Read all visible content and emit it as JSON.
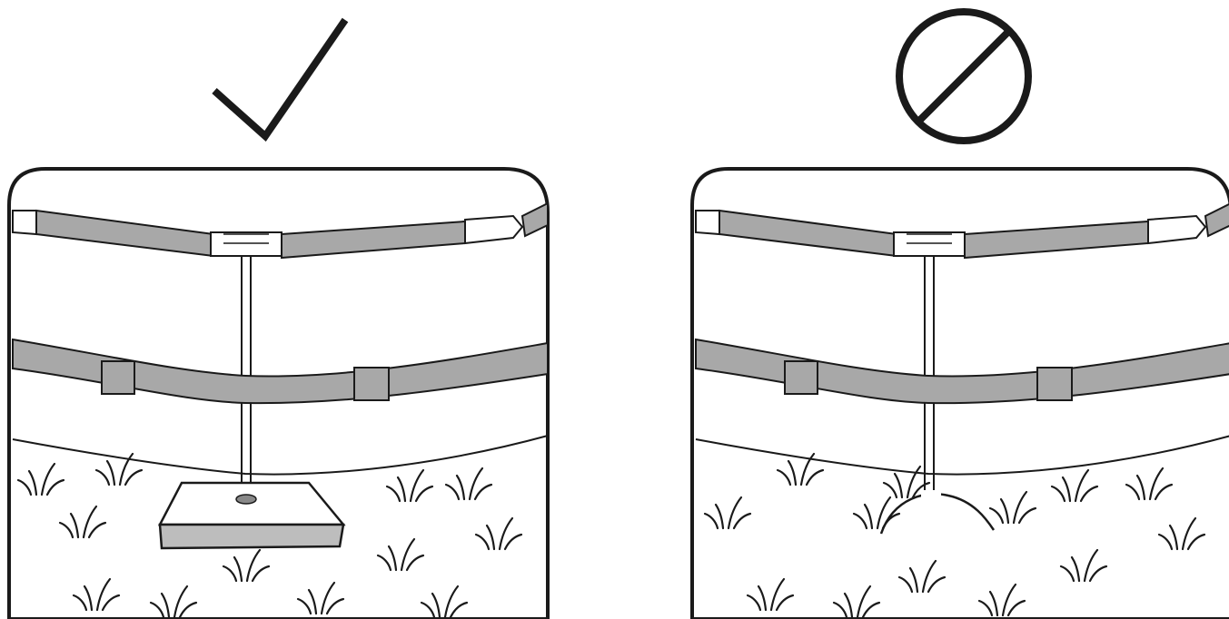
{
  "colors": {
    "stroke": "#1a1a1a",
    "rail_fill": "#a8a8a8",
    "pad_fill": "#bdbdbd",
    "background": "#ffffff"
  },
  "panels": [
    {
      "id": "correct",
      "indicator": "checkmark-icon",
      "ground_support": "base-pad"
    },
    {
      "id": "incorrect",
      "indicator": "prohibited-icon",
      "ground_support": "soil-mound"
    }
  ]
}
